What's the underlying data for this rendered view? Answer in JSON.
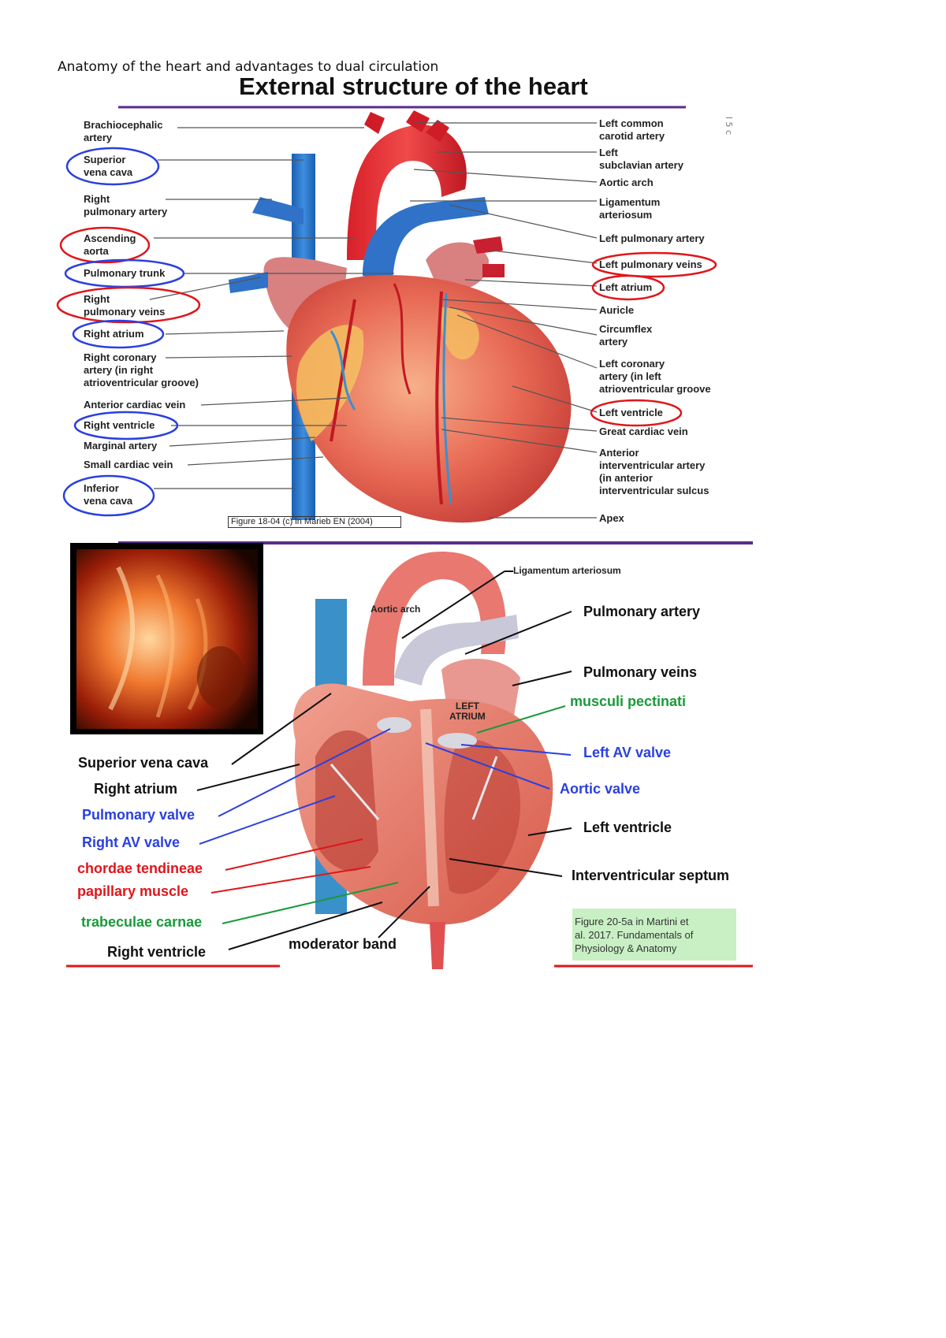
{
  "document": {
    "title": "Anatomy of the heart and advantages to dual circulation"
  },
  "figure1": {
    "title": "External structure of the heart",
    "credit": "Figure 18-04 (c) in Marieb EN (2004)",
    "side_mark": "l 5 c",
    "left_labels": [
      {
        "text": "Brachiocephalic\nartery",
        "circle": "none"
      },
      {
        "text": "Superior\nvena cava",
        "circle": "blue"
      },
      {
        "text": "Right\npulmonary artery",
        "circle": "none"
      },
      {
        "text": "Ascending\naorta",
        "circle": "red"
      },
      {
        "text": "Pulmonary trunk",
        "circle": "blue"
      },
      {
        "text": "Right\npulmonary veins",
        "circle": "red"
      },
      {
        "text": "Right atrium",
        "circle": "blue"
      },
      {
        "text": "Right coronary\nartery (in right\natrioventricular groove)",
        "circle": "none"
      },
      {
        "text": "Anterior cardiac vein",
        "circle": "none"
      },
      {
        "text": "Right ventricle",
        "circle": "blue"
      },
      {
        "text": "Marginal artery",
        "circle": "none"
      },
      {
        "text": "Small cardiac vein",
        "circle": "none"
      },
      {
        "text": "Inferior\nvena cava",
        "circle": "blue"
      }
    ],
    "right_labels": [
      {
        "text": "Left common\ncarotid artery",
        "circle": "none"
      },
      {
        "text": "Left\nsubclavian artery",
        "circle": "none"
      },
      {
        "text": "Aortic arch",
        "circle": "none"
      },
      {
        "text": "Ligamentum\narteriosum",
        "circle": "none"
      },
      {
        "text": "Left pulmonary artery",
        "circle": "none"
      },
      {
        "text": "Left pulmonary veins",
        "circle": "red"
      },
      {
        "text": "Left atrium",
        "circle": "red"
      },
      {
        "text": "Auricle",
        "circle": "none"
      },
      {
        "text": "Circumflex\nartery",
        "circle": "none"
      },
      {
        "text": "Left coronary\nartery (in left\natrioventricular groove",
        "circle": "none"
      },
      {
        "text": "Left ventricle",
        "circle": "red"
      },
      {
        "text": "Great cardiac vein",
        "circle": "none"
      },
      {
        "text": "Anterior\ninterventricular artery\n(in anterior\ninterventricular sulcus",
        "circle": "none"
      },
      {
        "text": "Apex",
        "circle": "none"
      }
    ]
  },
  "figure2": {
    "ligamentum": "Ligamentum arteriosum",
    "aortic_arch": "Aortic arch",
    "left_atrium": "LEFT\nATRIUM",
    "credit": "Figure 20-5a  in Martini et\nal. 2017.  Fundamentals of\nPhysiology & Anatomy",
    "left_labels": [
      {
        "text": "Superior vena cava",
        "color": "black"
      },
      {
        "text": "Right atrium",
        "color": "black"
      },
      {
        "text": "Pulmonary valve",
        "color": "blue"
      },
      {
        "text": "Right AV valve",
        "color": "blue"
      },
      {
        "text": "chordae tendineae",
        "color": "red"
      },
      {
        "text": "papillary muscle",
        "color": "red"
      },
      {
        "text": "trabeculae carnae",
        "color": "green"
      },
      {
        "text": "Right ventricle",
        "color": "black"
      },
      {
        "text": "moderator band",
        "color": "black"
      }
    ],
    "right_labels": [
      {
        "text": "Pulmonary artery",
        "color": "black"
      },
      {
        "text": "Pulmonary veins",
        "color": "black"
      },
      {
        "text": "musculi pectinati",
        "color": "green"
      },
      {
        "text": "Left AV valve",
        "color": "blue"
      },
      {
        "text": "Aortic valve",
        "color": "blue"
      },
      {
        "text": "Left ventricle",
        "color": "black"
      },
      {
        "text": "Interventricular septum",
        "color": "black"
      }
    ]
  },
  "colors": {
    "accent_purple": "#5b2a8a",
    "accent_red": "#e0161b",
    "circle_blue": "#2a3fe0",
    "circle_red": "#e0161b"
  }
}
